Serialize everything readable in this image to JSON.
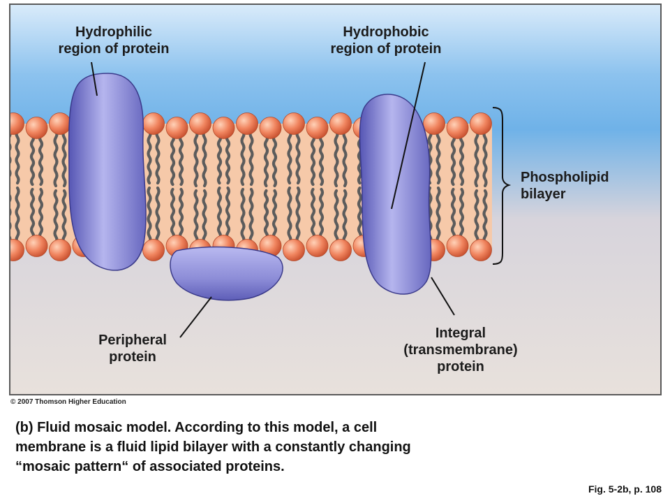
{
  "labels": {
    "hydrophilic": [
      "Hydrophilic",
      "region of protein"
    ],
    "hydrophobic": [
      "Hydrophobic",
      "region of protein"
    ],
    "phospholipid": [
      "Phospholipid",
      "bilayer"
    ],
    "peripheral": [
      "Peripheral",
      "protein"
    ],
    "integral": [
      "Integral",
      "(transmembrane)",
      "protein"
    ]
  },
  "copyright": "© 2007 Thomson Higher Education",
  "caption": [
    "(b) Fluid mosaic model. According to this model, a cell",
    "membrane is a fluid lipid bilayer with a constantly changing",
    "“mosaic pattern“ of associated proteins."
  ],
  "figure_ref": "Fig. 5-2b, p. 108",
  "colors": {
    "head": "#ef7c58",
    "tail": "#5c5c5c",
    "protein": "#8f8fd8",
    "membrane_core": "#f6c9a9",
    "sky_top": "#6fb2e8",
    "bottom_bg": "#e6ded9"
  }
}
